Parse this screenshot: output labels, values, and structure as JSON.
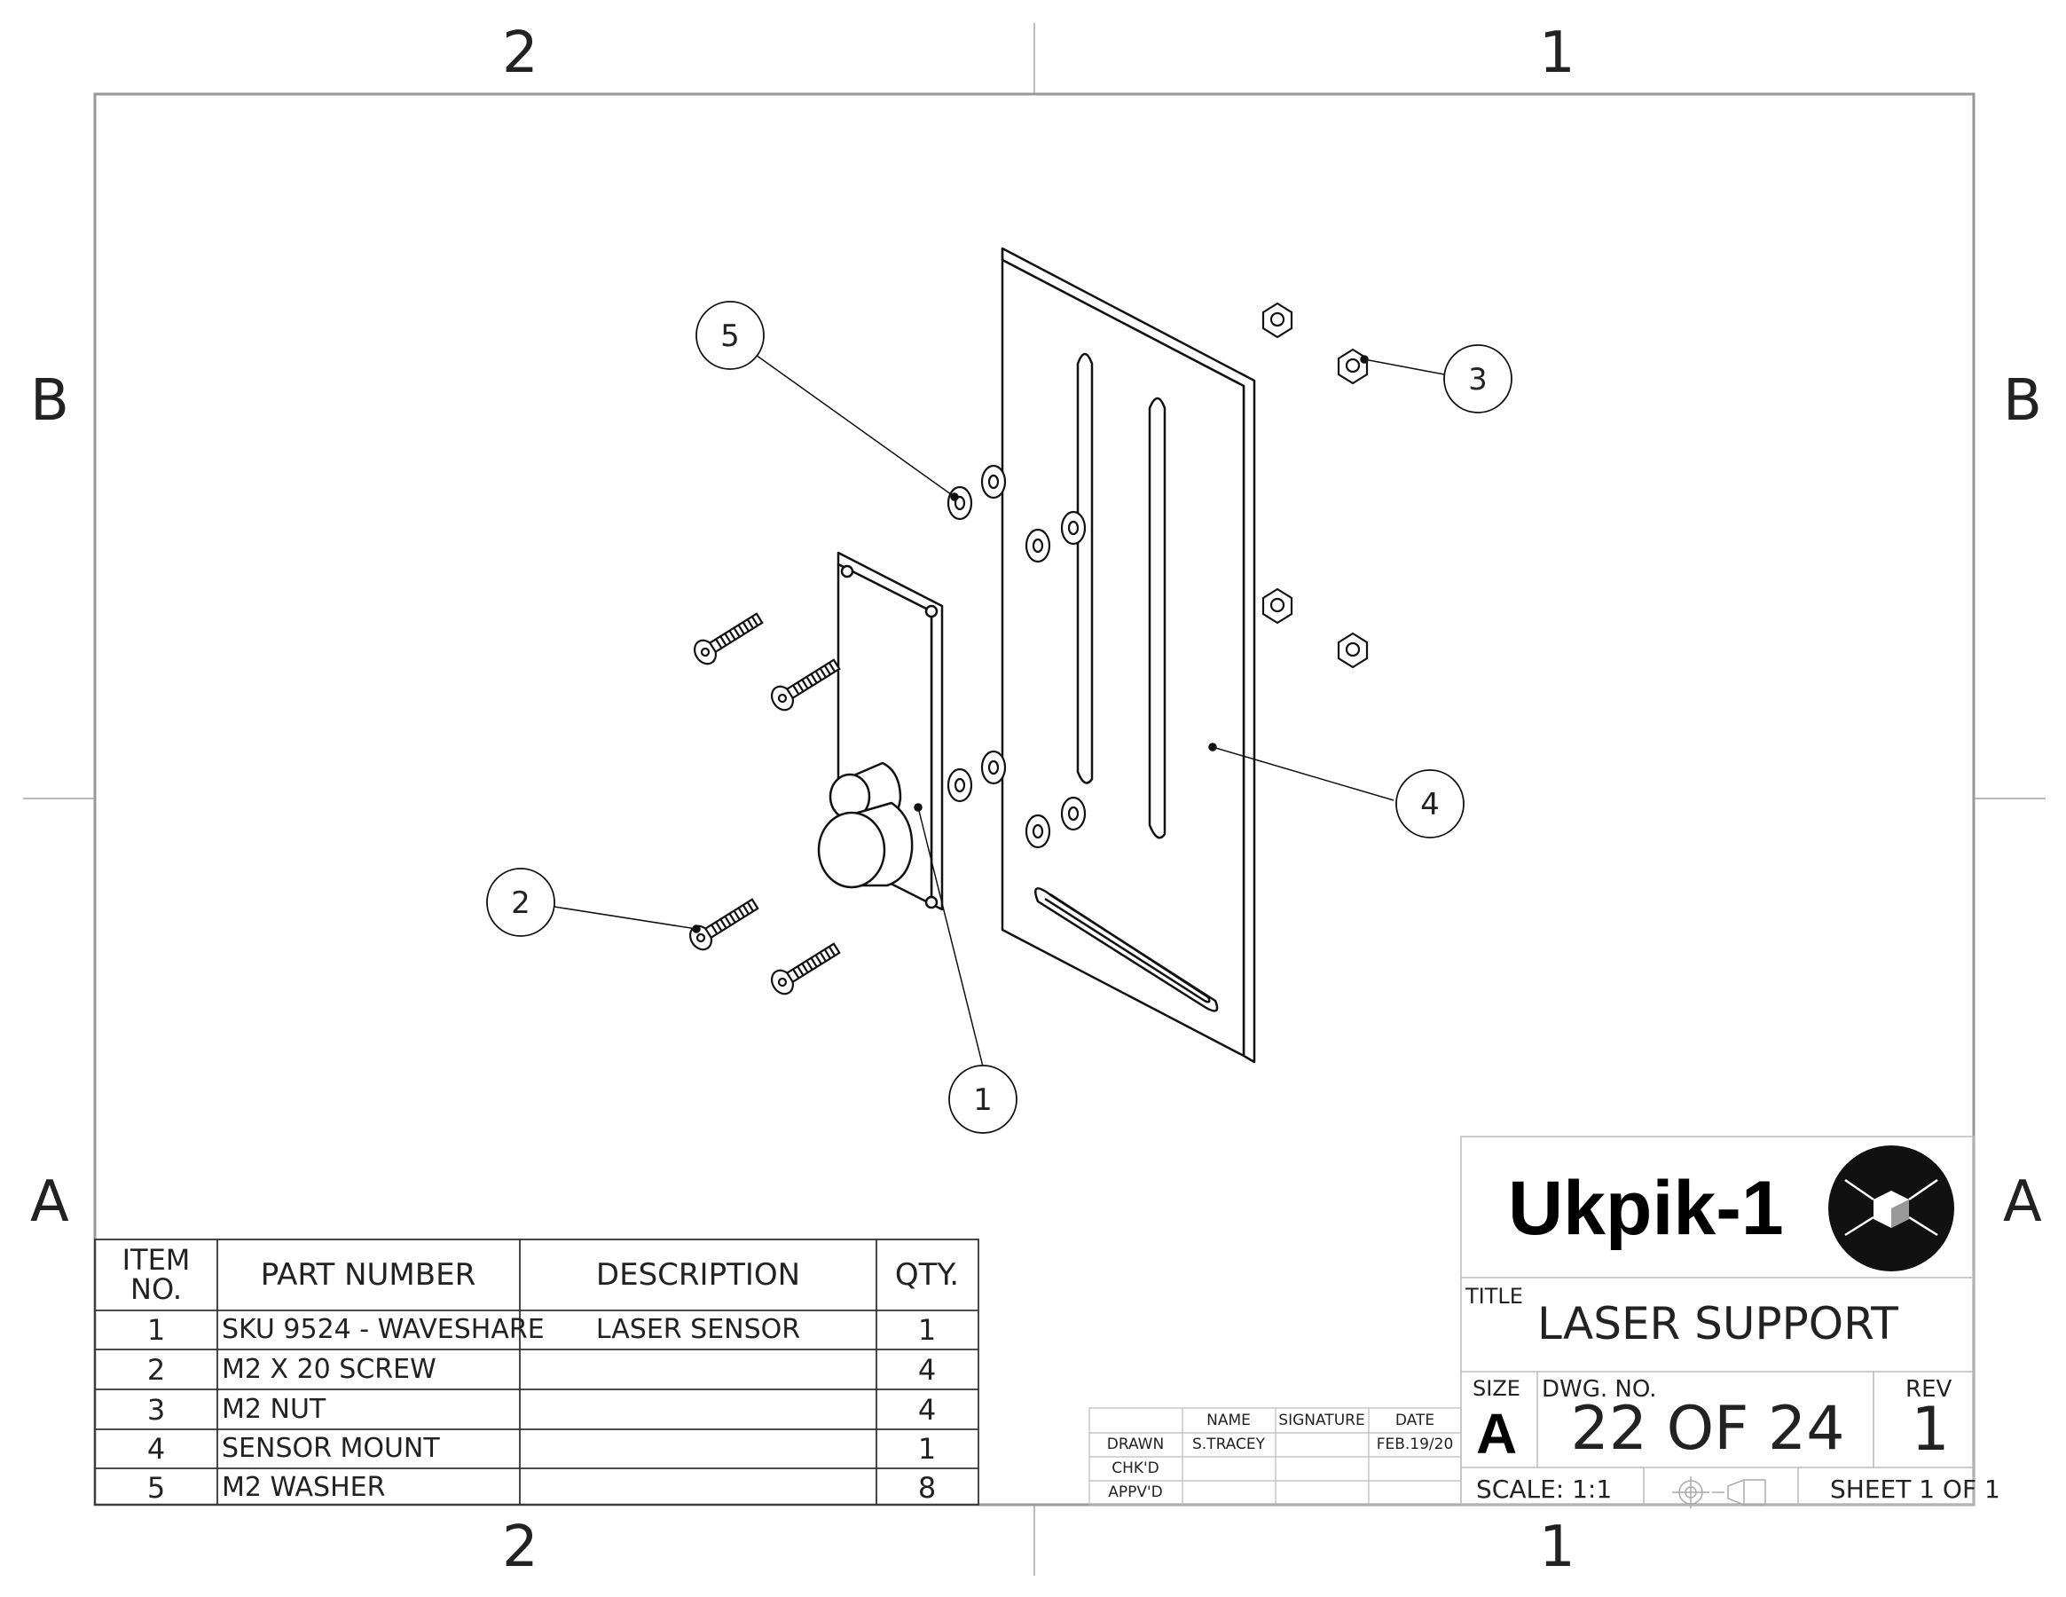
{
  "zones": {
    "top": [
      "2",
      "1"
    ],
    "bottom": [
      "2",
      "1"
    ],
    "left": [
      "B",
      "A"
    ],
    "right": [
      "B",
      "A"
    ]
  },
  "balloons": [
    "1",
    "2",
    "3",
    "4",
    "5"
  ],
  "bom": {
    "headers": {
      "item_no_line1": "ITEM",
      "item_no_line2": "NO.",
      "part_number": "PART NUMBER",
      "description": "DESCRIPTION",
      "qty": "QTY."
    },
    "rows": [
      {
        "item": "1",
        "part": "SKU 9524 - WAVESHARE",
        "desc": "LASER SENSOR",
        "qty": "1"
      },
      {
        "item": "2",
        "part": "M2 X 20 SCREW",
        "desc": "",
        "qty": "4"
      },
      {
        "item": "3",
        "part": "M2 NUT",
        "desc": "",
        "qty": "4"
      },
      {
        "item": "4",
        "part": "SENSOR MOUNT",
        "desc": "",
        "qty": "1"
      },
      {
        "item": "5",
        "part": "M2 WASHER",
        "desc": "",
        "qty": "8"
      }
    ]
  },
  "signoff": {
    "headers": {
      "name": "NAME",
      "signature": "SIGNATURE",
      "date": "DATE"
    },
    "rows": [
      {
        "label": "DRAWN",
        "name": "S.TRACEY",
        "signature": "",
        "date": "FEB.19/20"
      },
      {
        "label": "CHK'D",
        "name": "",
        "signature": "",
        "date": ""
      },
      {
        "label": "APPV'D",
        "name": "",
        "signature": "",
        "date": ""
      }
    ]
  },
  "title_block": {
    "company": "Ukpik-1",
    "title_label": "TITLE",
    "title": "LASER SUPPORT",
    "size_label": "SIZE",
    "size": "A",
    "dwg_label": "DWG.  NO.",
    "dwg_no": "22 OF 24",
    "rev_label": "REV",
    "rev": "1",
    "scale": "SCALE: 1:1",
    "sheet": "SHEET 1 OF 1"
  }
}
